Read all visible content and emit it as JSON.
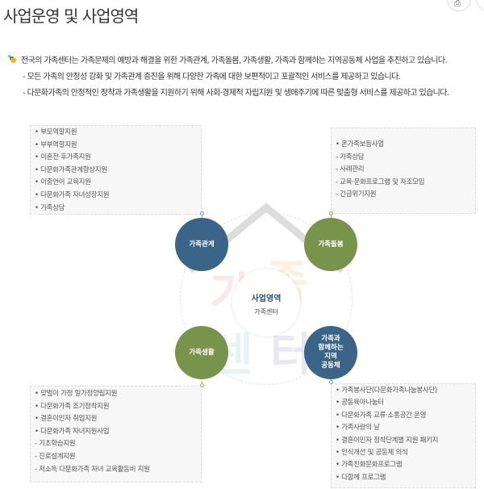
{
  "title": "사업운영 및 사업영역",
  "top_buttons": [
    {
      "icon": "print-icon"
    },
    {
      "icon": "share-icon"
    }
  ],
  "intro": {
    "main": "전국의 가족센터는 가족문제의 예방과 해결을 위한 가족관계, 가족돌봄, 가족생활, 가족과 함께하는 지역공동체 사업을 추진하고 있습니다.",
    "sub1": "- 모든 가족의 안정성 강화 및 가족관계 증진을 위해 다양한 가족에 대한 보편적이고 포괄적인 서비스를 제공하고 있습니다.",
    "sub2": "- 다문화가족의 안정적인 정착과 가족생활을 지원하기 위해 사회·경제적 자립지원 및 생애주기에 따른 맞춤형 서비스를 제공하고 있습니다."
  },
  "center": {
    "title": "사업영역",
    "subtitle": "가족센터",
    "watermark": "가족센터"
  },
  "areas": {
    "relation": {
      "label": "가족관계",
      "items": [
        "• 부모역할지원",
        "• 부부역할지원",
        "• 이혼전·후가족지원",
        "• 다문화가족관계향상지원",
        "• 이중언어 교육지원",
        "• 다문화가족 자녀성장지원",
        "• 가족상담"
      ]
    },
    "care": {
      "label": "가족돌봄",
      "items": [
        "• 온가족보듬사업",
        "- 가족상담",
        "- 사례관리",
        "- 교육·문화프로그램 및 자조모임",
        "- 긴급위기지원"
      ]
    },
    "life": {
      "label": "가족생활",
      "items": [
        "• 맞벌이 가정 일가정양립지원",
        "• 다문화가족 조기정착지원",
        "• 결혼이민자 취업지원",
        "• 다문화가족 자녀지원사업",
        "- 기초학습지원",
        "- 진로설계지원",
        "- 저소득 다문화가족 자녀 교육활동비 지원"
      ]
    },
    "community": {
      "label_lines": [
        "가족과",
        "함께하는",
        "지역",
        "공동체"
      ],
      "items": [
        "• 가족봉사단(다문화가족나눔봉사단)",
        "• 공동육아나눔터",
        "• 다문화가족 교류·소통공간 운영",
        "• 가족사랑의 날",
        "• 결혼이민자 정착단계별 지원 패키지",
        "• 인식개선 및 공동체 의식",
        "• 가족친화문화프로그램",
        "• 다함께 프로그램"
      ]
    }
  },
  "colors": {
    "blue": "#3a6588",
    "green": "#78934a"
  }
}
